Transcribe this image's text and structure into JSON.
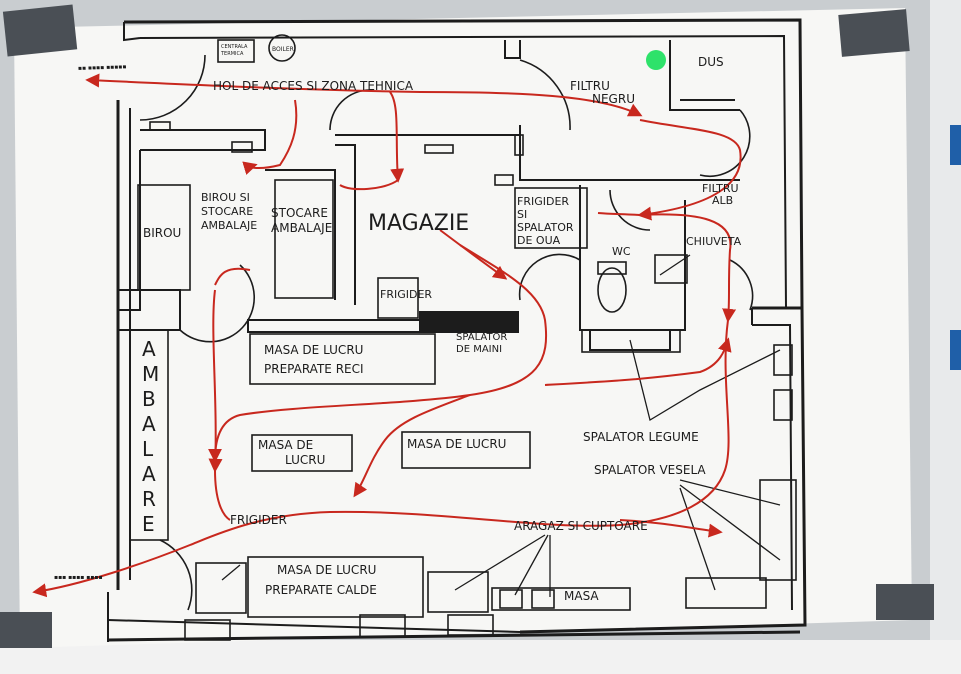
{
  "document": {
    "rooms": {
      "hol": "HOL DE ACCES SI ZONA TEHNICA",
      "filtru_negru_1": "FILTRU",
      "filtru_negru_2": "NEGRU",
      "dus": "DUS",
      "centrala_1": "CENTRALA",
      "centrala_2": "TERMICA",
      "boiler": "BOILER",
      "birou_stocare_1": "BIROU SI",
      "birou_stocare_2": "STOCARE",
      "birou_stocare_3": "AMBALAJE",
      "stocare_1": "STOCARE",
      "stocare_2": "AMBALAJE",
      "birou": "BIROU",
      "magazie": "MAGAZIE",
      "frigider_spalator_1": "FRIGIDER",
      "frigider_spalator_2": "SI",
      "frigider_spalator_3": "SPALATOR",
      "frigider_spalator_4": "DE OUA",
      "filtru_alb_1": "FILTRU",
      "filtru_alb_2": "ALB",
      "wc": "WC",
      "chiuveta": "CHIUVETA",
      "frigider_magazie": "FRIGIDER",
      "spalator_maini_1": "SPALATOR",
      "spalator_maini_2": "DE MAINI",
      "masa_reci_1": "MASA DE LUCRU",
      "masa_reci_2": "PREPARATE RECI",
      "masa_lucru_a_1": "MASA DE",
      "masa_lucru_a_2": "LUCRU",
      "masa_lucru_b": "MASA DE LUCRU",
      "spalator_legume": "SPALATOR LEGUME",
      "spalator_vesela": "SPALATOR VESELA",
      "frigider_jos": "FRIGIDER",
      "aragaz": "ARAGAZ SI CUPTOARE",
      "masa_calde_1": "MASA DE LUCRU",
      "masa_calde_2": "PREPARATE CALDE",
      "masa": "MASA",
      "ambalare_letters": [
        "A",
        "M",
        "B",
        "A",
        "L",
        "A",
        "R",
        "E"
      ]
    },
    "colors": {
      "flow": "#c8281e",
      "ink": "#1c1c1c",
      "marker": "#2ee26a",
      "tape": "#4a4f55"
    }
  }
}
